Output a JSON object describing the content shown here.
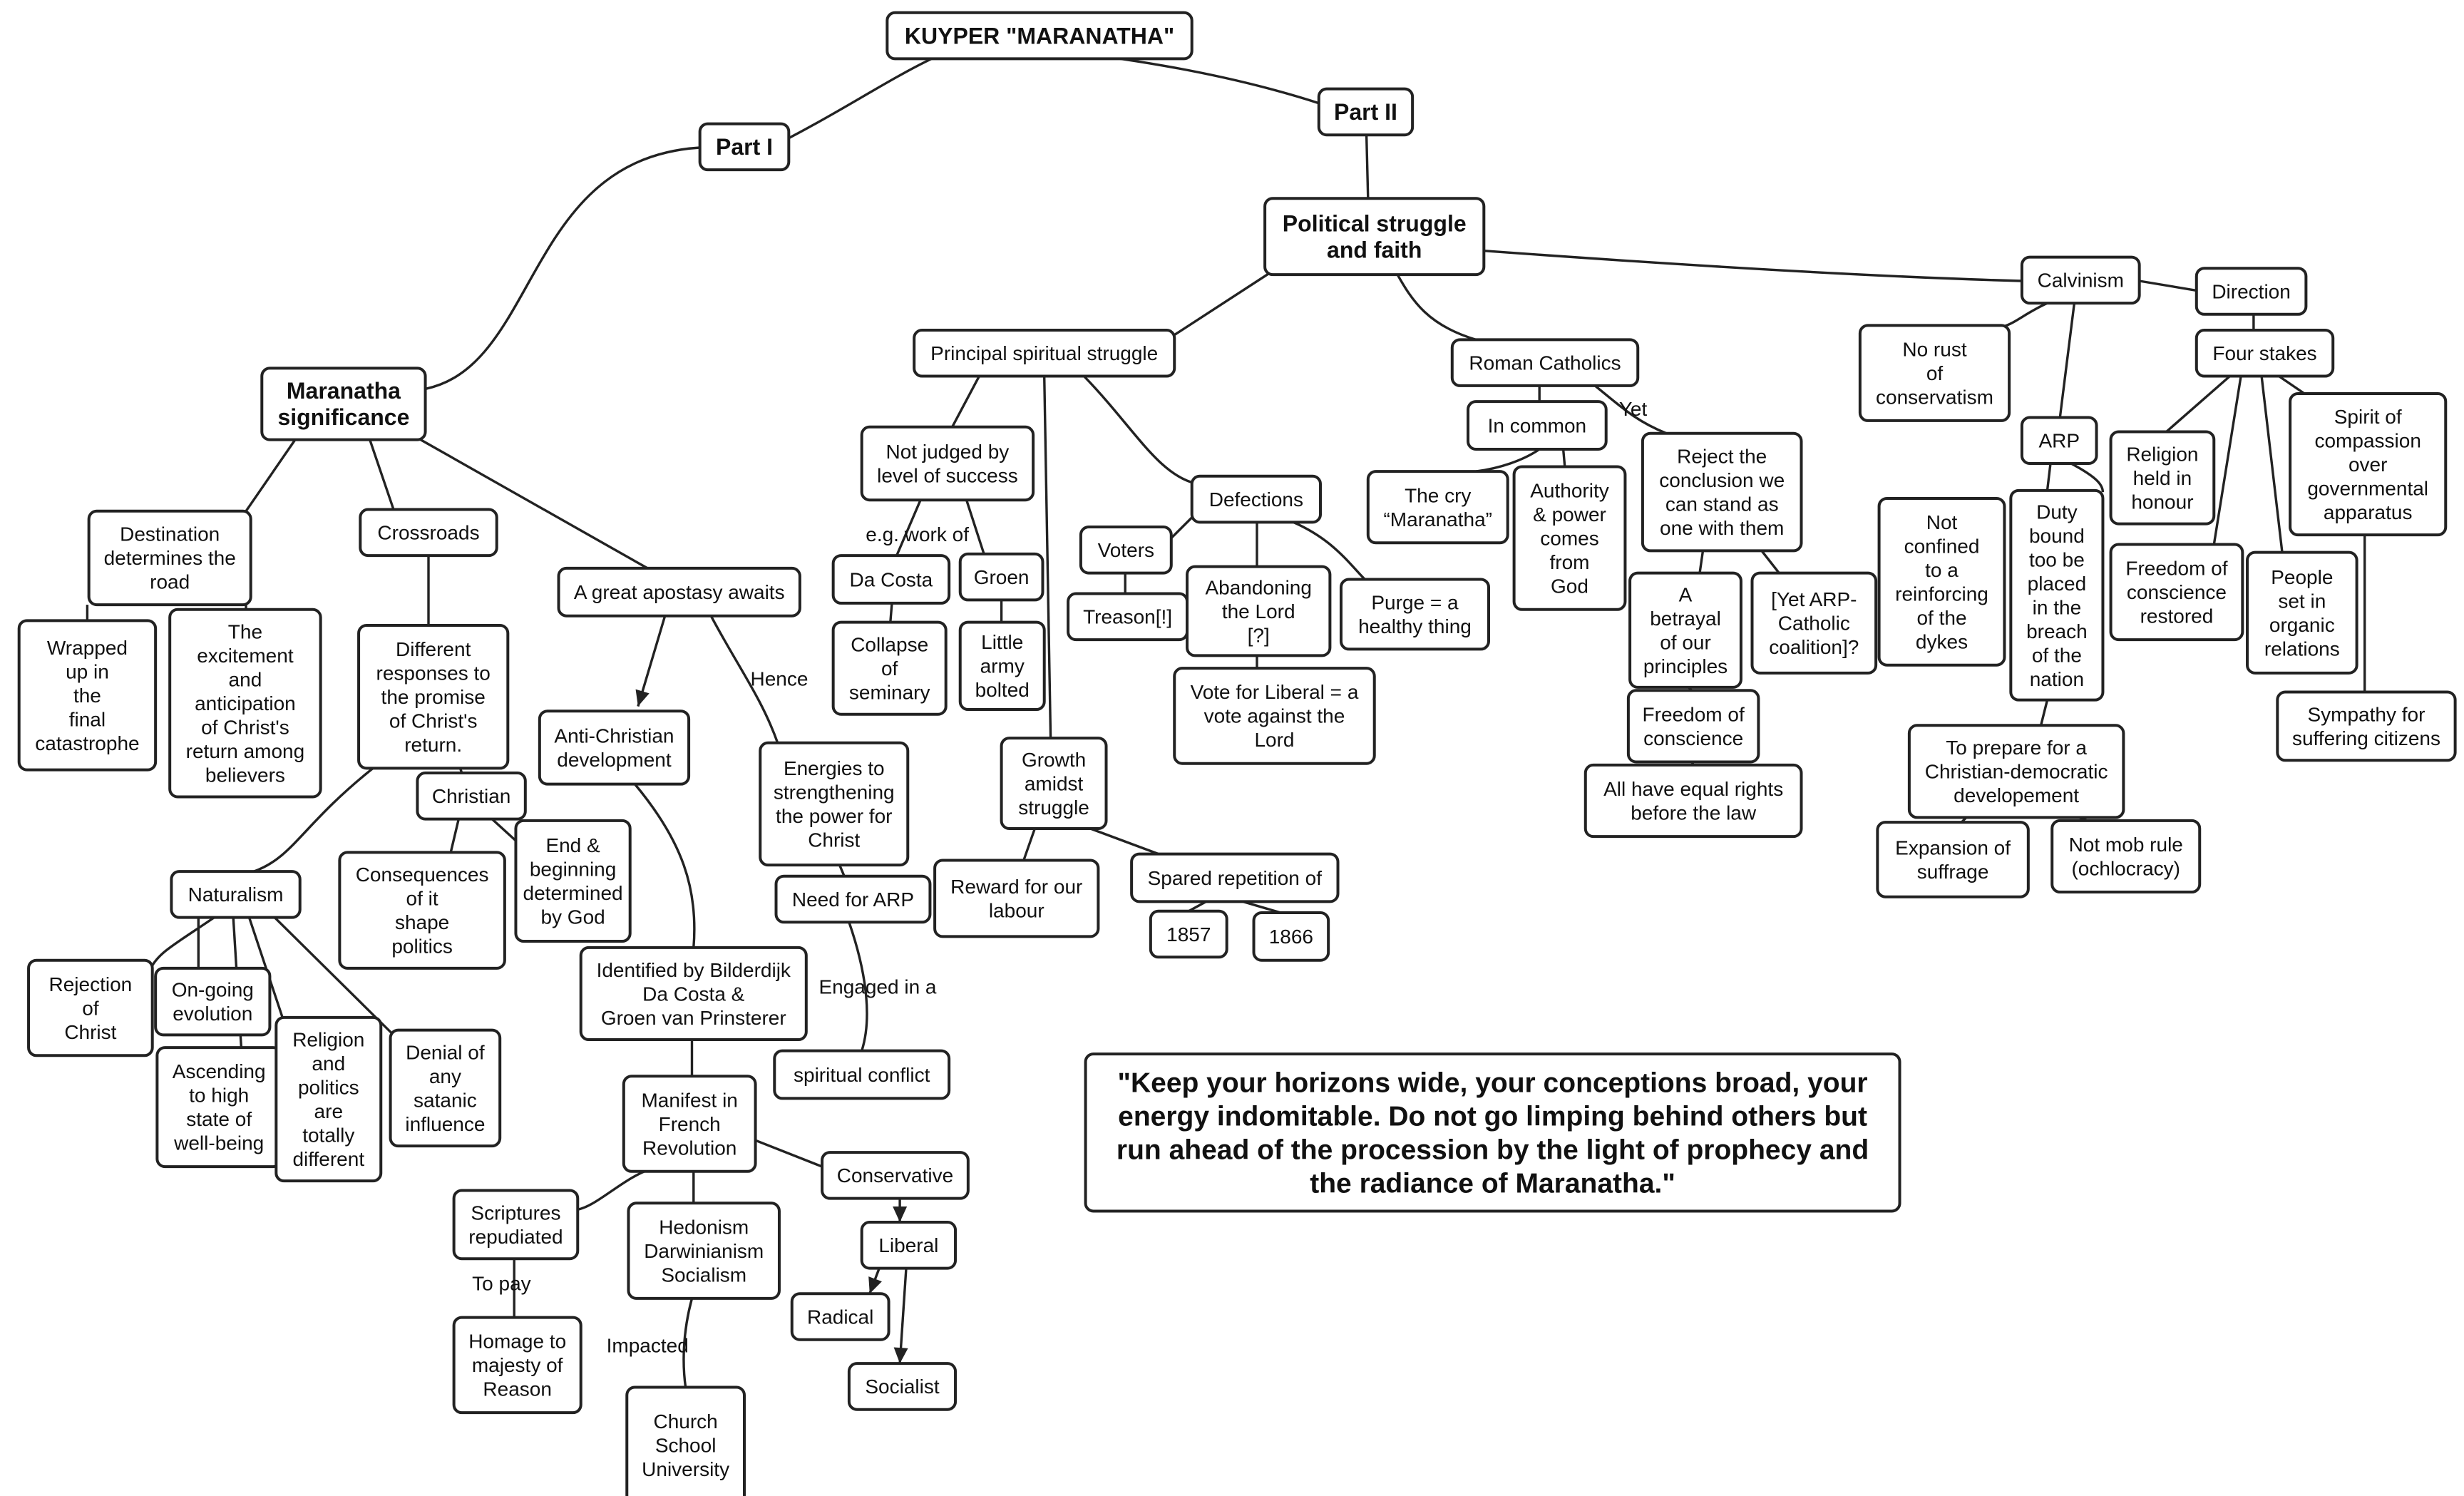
{
  "nodes": {
    "title": "KUYPER \"MARANATHA\"",
    "part1": "Part I",
    "part2": "Part II",
    "political": [
      "Political struggle",
      "and faith"
    ],
    "maranatha": [
      "Maranatha",
      "significance"
    ],
    "destination": [
      "Destination",
      "determines the",
      "road"
    ],
    "crossroads": "Crossroads",
    "apostasy": "A great apostasy awaits",
    "wrapped": [
      "Wrapped",
      "up in",
      "the",
      "final",
      "catastrophe"
    ],
    "excitement": [
      "The",
      "excitement",
      "and",
      "anticipation",
      "of Christ's",
      "return among",
      "believers"
    ],
    "responses": [
      "Different",
      "responses to",
      "the promise",
      "of Christ's",
      "return."
    ],
    "christian": "Christian",
    "consequences": [
      "Consequences",
      "of it",
      "shape",
      "politics"
    ],
    "endbeginning": [
      "End &",
      "beginning",
      "determined",
      "by God"
    ],
    "naturalism": "Naturalism",
    "rejection": [
      "Rejection",
      "of",
      "Christ"
    ],
    "ongoing": [
      "On-going",
      "evolution"
    ],
    "ascending": [
      "Ascending",
      "to high",
      "state of",
      "well-being"
    ],
    "religionpolitics": [
      "Religion",
      "and",
      "politics",
      "are",
      "totally",
      "different"
    ],
    "denial": [
      "Denial of",
      "any",
      "satanic",
      "influence"
    ],
    "antichristian": [
      "Anti-Christian",
      "development"
    ],
    "energies": [
      "Energies to",
      "strengthening",
      "the power for",
      "Christ"
    ],
    "needarp": "Need for ARP",
    "spiritualconflict": "spiritual conflict",
    "identified": [
      "Identified by Bilderdijk",
      "Da Costa &",
      "Groen van Prinsterer"
    ],
    "manifest": [
      "Manifest in",
      "French",
      "Revolution"
    ],
    "scriptures": [
      "Scriptures",
      "repudiated"
    ],
    "homage": [
      "Homage to",
      "majesty of",
      "Reason"
    ],
    "hedonism": [
      "Hedonism",
      "Darwinianism",
      "Socialism"
    ],
    "church": [
      "Church",
      "School",
      "University"
    ],
    "conservative": "Conservative",
    "liberal": "Liberal",
    "radical": "Radical",
    "socialist": "Socialist",
    "principal": "Principal spiritual struggle",
    "notjudged": [
      "Not judged by",
      "level of success"
    ],
    "dacosta": "Da Costa",
    "groen": "Groen",
    "collapse": [
      "Collapse",
      "of",
      "seminary"
    ],
    "littlearmy": [
      "Little",
      "army",
      "bolted"
    ],
    "growth": [
      "Growth",
      "amidst",
      "struggle"
    ],
    "reward": [
      "Reward for our",
      "labour"
    ],
    "spared": "Spared repetition of",
    "y1857": "1857",
    "y1866": "1866",
    "defections": "Defections",
    "voters": "Voters",
    "treason": "Treason[!]",
    "abandoning": [
      "Abandoning",
      "the Lord",
      "[?]"
    ],
    "purge": [
      "Purge = a",
      "healthy thing"
    ],
    "voteliberal": [
      "Vote for Liberal = a",
      "vote against the",
      "Lord"
    ],
    "romancatholics": "Roman Catholics",
    "incommon": "In common",
    "cry": [
      "The cry",
      "“Maranatha”"
    ],
    "authority": [
      "Authority",
      "& power",
      "comes",
      "from",
      "God"
    ],
    "reject": [
      "Reject the",
      "conclusion we",
      "can stand as",
      "one with them"
    ],
    "betrayal": [
      "A",
      "betrayal",
      "of our",
      "principles"
    ],
    "coalition": [
      "[Yet ARP-",
      "Catholic",
      "coalition]?"
    ],
    "freedomconscience": [
      "Freedom of",
      "conscience"
    ],
    "equalrights": [
      "All have equal rights",
      "before the law"
    ],
    "calvinism": "Calvinism",
    "norust": [
      "No rust",
      "of",
      "conservatism"
    ],
    "arp": "ARP",
    "notconfined": [
      "Not",
      "confined",
      "to a",
      "reinforcing",
      "of the",
      "dykes"
    ],
    "dutybound": [
      "Duty",
      "bound",
      "too be",
      "placed",
      "in the",
      "breach",
      "of the",
      "nation"
    ],
    "prepare": [
      "To prepare for a",
      "Christian-democratic",
      "developement"
    ],
    "suffrage": [
      "Expansion of",
      "suffrage"
    ],
    "mobrule": [
      "Not mob rule",
      "(ochlocracy)"
    ],
    "direction": "Direction",
    "fourstakes": "Four stakes",
    "religionhonour": [
      "Religion",
      "held in",
      "honour"
    ],
    "freedomrestored": [
      "Freedom of",
      "conscience",
      "restored"
    ],
    "organic": [
      "People",
      "set in",
      "organic",
      "relations"
    ],
    "compassion": [
      "Spirit of",
      "compassion",
      "over",
      "governmental",
      "apparatus"
    ],
    "sympathy": [
      "Sympathy for",
      "suffering citizens"
    ],
    "quote": [
      "\"Keep your horizons wide, your conceptions broad, your",
      "energy indomitable. Do not go limping behind others but",
      "run ahead of the procession by the light of prophecy and",
      "the radiance of Maranatha.\""
    ]
  },
  "links": {
    "eg_work_of": "e.g. work of",
    "hence": "Hence",
    "engaged_in_a": "Engaged in a",
    "to_pay": "To pay",
    "impacted": "Impacted",
    "yet": "Yet"
  }
}
